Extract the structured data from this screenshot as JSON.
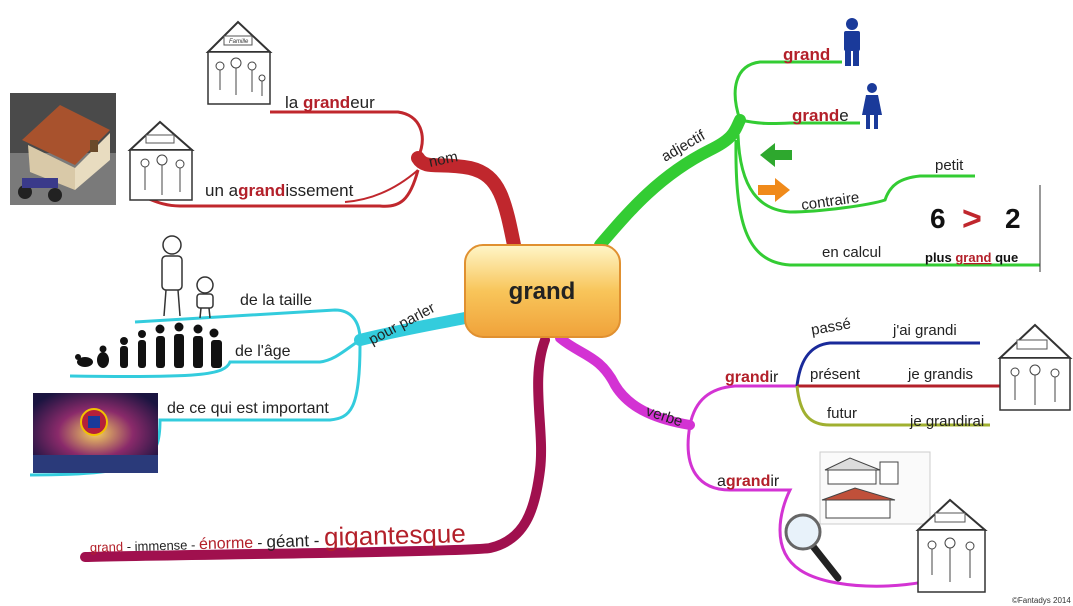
{
  "center": {
    "label": "grand"
  },
  "branches": {
    "nom": {
      "label": "nom",
      "items": [
        {
          "pre": "la ",
          "bold": "grand",
          "post": "eur"
        },
        {
          "pre": "un a",
          "bold": "grand",
          "post": "issement"
        }
      ],
      "house_label": "Famille"
    },
    "adjectif": {
      "label": "adjectif",
      "masc": {
        "bold": "grand",
        "post": ""
      },
      "fem": {
        "bold": "grand",
        "post": "e"
      },
      "contraire": {
        "label": "contraire",
        "word": "petit"
      },
      "calcul": {
        "label": "en calcul",
        "left": "6",
        "symbol": ">",
        "right": "2",
        "caption_pre": "plus ",
        "caption_bold": "grand",
        "caption_post": " que"
      }
    },
    "pour_parler": {
      "label": "pour parler",
      "items": [
        "de la taille",
        "de l'âge",
        "de ce qui est important"
      ]
    },
    "verbe": {
      "label": "verbe",
      "grandir": {
        "bold": "grand",
        "post": "ir"
      },
      "tenses": [
        {
          "tense": "passé",
          "form": "j'ai grandi"
        },
        {
          "tense": "présent",
          "form": "je grandis"
        },
        {
          "tense": "futur",
          "form": "je grandirai"
        }
      ],
      "agrandir": {
        "pre": "a",
        "bold": "grand",
        "post": "ir"
      }
    },
    "synonymes": {
      "words": [
        "grand",
        "immense",
        "énorme",
        "géant",
        "gigantesque"
      ],
      "separator": " - "
    }
  },
  "copyright": "©Fantadys 2014",
  "colors": {
    "nom": "#c0272d",
    "adjectif": "#33cc33",
    "pour_parler": "#33ccdd",
    "verbe": "#d333d3",
    "synonymes": "#a0104e",
    "highlight": "#b3202a",
    "center_fill": "#f5b840"
  }
}
